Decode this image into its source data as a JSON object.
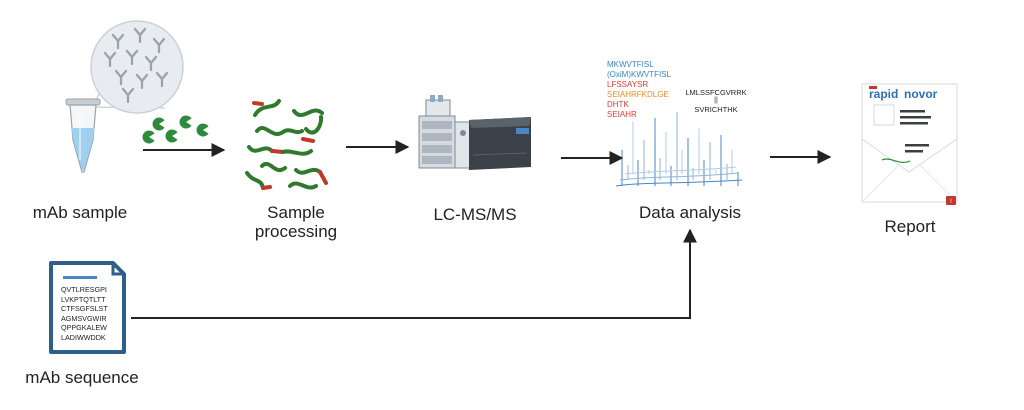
{
  "steps": {
    "mab_sample": "mAb sample",
    "sample_processing_line1": "Sample",
    "sample_processing_line2": "processing",
    "lcms": "LC-MS/MS",
    "data_analysis": "Data analysis",
    "report": "Report",
    "mab_sequence": "mAb sequence"
  },
  "peptides": [
    {
      "text": "MKWVTFISL",
      "color": "#3a86c8"
    },
    {
      "text": "(OxiM)KWVTFISL",
      "color": "#3a86c8"
    },
    {
      "text": "LFSSAYSR",
      "color": "#e53935"
    },
    {
      "text": "SEIAHRFKDLGE",
      "color": "#f08c28"
    },
    {
      "text": "DHTK",
      "color": "#e53935"
    },
    {
      "text": "SEIAHR",
      "color": "#e53935"
    }
  ],
  "crosslink": {
    "top": "LMLSSFCGVRRK",
    "mid": "||",
    "bottom": "SVRICHTHK"
  },
  "report_logo": {
    "word1": "rapid",
    "word2": "novor"
  },
  "document_sequence": [
    "QVTLRESGPI",
    "LVKPTQTLTT",
    "CTFSGFSLST",
    "AGMSVGWIR",
    "QPPGKALEW",
    "LADIWWDDK"
  ],
  "colors": {
    "arrow": "#222222",
    "antibody": "#9aa3ab",
    "lens_fill": "#e8ecf0",
    "fragments": "#2e8b3e",
    "processing_strand": "#2f7a2f",
    "processing_cut": "#c0392b",
    "spectrum": "#4a86c5",
    "doc_border": "#2d5f8a",
    "logo_blue": "#2d6fb5"
  }
}
